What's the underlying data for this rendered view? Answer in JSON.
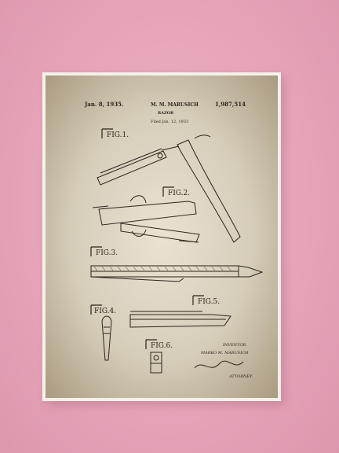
{
  "patent": {
    "date": "Jan. 8, 1935.",
    "inventor": "M. M. MARUSICH",
    "number": "1,987,514",
    "title": "RAZOR",
    "filed": "Filed Jan. 12, 1933"
  },
  "figures": [
    "FIG.1.",
    "FIG.2.",
    "FIG.3.",
    "FIG.4.",
    "FIG.5.",
    "FIG.6."
  ],
  "signature": {
    "label": "INVENTOR.",
    "name": "MARKO M. MARUSICH",
    "attorney": "ATTORNEY."
  },
  "colors": {
    "wall": "#e8a7bb",
    "paper": "#f4f1ea",
    "ink": "#2a241b"
  }
}
